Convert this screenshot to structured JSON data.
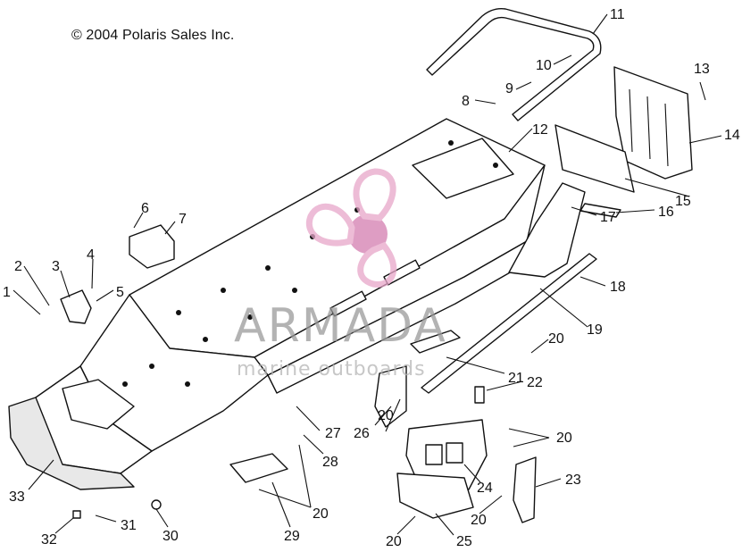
{
  "copyright": "© 2004 Polaris Sales Inc.",
  "watermark": {
    "title": "ARMADA",
    "subtitle": "marine outboards",
    "colors": {
      "logo": "#e7a6c9",
      "logo_dark": "#d37db0",
      "text": "#9a9a9a"
    }
  },
  "callouts": [
    {
      "id": "c1",
      "label": "1"
    },
    {
      "id": "c2",
      "label": "2"
    },
    {
      "id": "c3",
      "label": "3"
    },
    {
      "id": "c4",
      "label": "4"
    },
    {
      "id": "c5",
      "label": "5"
    },
    {
      "id": "c6",
      "label": "6"
    },
    {
      "id": "c7",
      "label": "7"
    },
    {
      "id": "c8",
      "label": "8"
    },
    {
      "id": "c9",
      "label": "9"
    },
    {
      "id": "c10",
      "label": "10"
    },
    {
      "id": "c11",
      "label": "11"
    },
    {
      "id": "c12",
      "label": "12"
    },
    {
      "id": "c13",
      "label": "13"
    },
    {
      "id": "c14",
      "label": "14"
    },
    {
      "id": "c15",
      "label": "15"
    },
    {
      "id": "c16",
      "label": "16"
    },
    {
      "id": "c17",
      "label": "17"
    },
    {
      "id": "c18",
      "label": "18"
    },
    {
      "id": "c19",
      "label": "19"
    },
    {
      "id": "c20a",
      "label": "20"
    },
    {
      "id": "c21",
      "label": "21"
    },
    {
      "id": "c22",
      "label": "22"
    },
    {
      "id": "c20b",
      "label": "20"
    },
    {
      "id": "c20c",
      "label": "20"
    },
    {
      "id": "c23",
      "label": "23"
    },
    {
      "id": "c24",
      "label": "24"
    },
    {
      "id": "c26",
      "label": "26"
    },
    {
      "id": "c27",
      "label": "27"
    },
    {
      "id": "c28",
      "label": "28"
    },
    {
      "id": "c20d",
      "label": "20"
    },
    {
      "id": "c20e",
      "label": "20"
    },
    {
      "id": "c25",
      "label": "25"
    },
    {
      "id": "c20f",
      "label": "20"
    },
    {
      "id": "c29",
      "label": "29"
    },
    {
      "id": "c30",
      "label": "30"
    },
    {
      "id": "c31",
      "label": "31"
    },
    {
      "id": "c32",
      "label": "32"
    },
    {
      "id": "c33",
      "label": "33"
    }
  ]
}
